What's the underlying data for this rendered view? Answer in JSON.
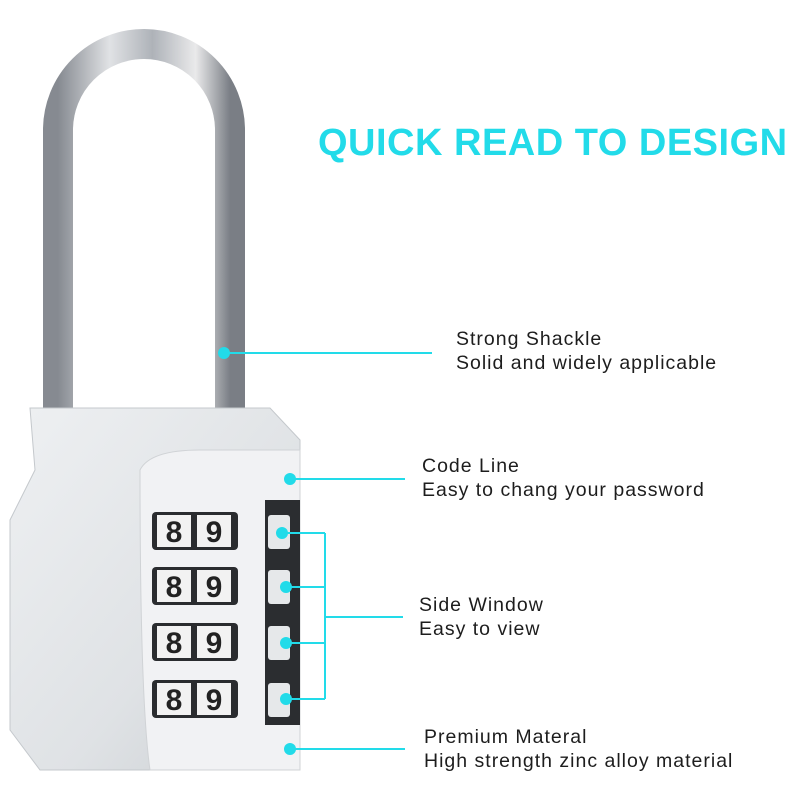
{
  "title": "QUICK READ TO DESIGN",
  "accent_color": "#22dbe9",
  "callouts": [
    {
      "heading": "Strong Shackle",
      "detail": "Solid and widely applicable"
    },
    {
      "heading": "Code Line",
      "detail": "Easy to chang your password"
    },
    {
      "heading": "Side Window",
      "detail": "Easy to view"
    },
    {
      "heading": "Premium Materal",
      "detail": "High strength zinc alloy material"
    }
  ],
  "dials": [
    {
      "left": "8",
      "right": "9"
    },
    {
      "left": "8",
      "right": "9"
    },
    {
      "left": "8",
      "right": "9"
    },
    {
      "left": "8",
      "right": "9"
    }
  ]
}
